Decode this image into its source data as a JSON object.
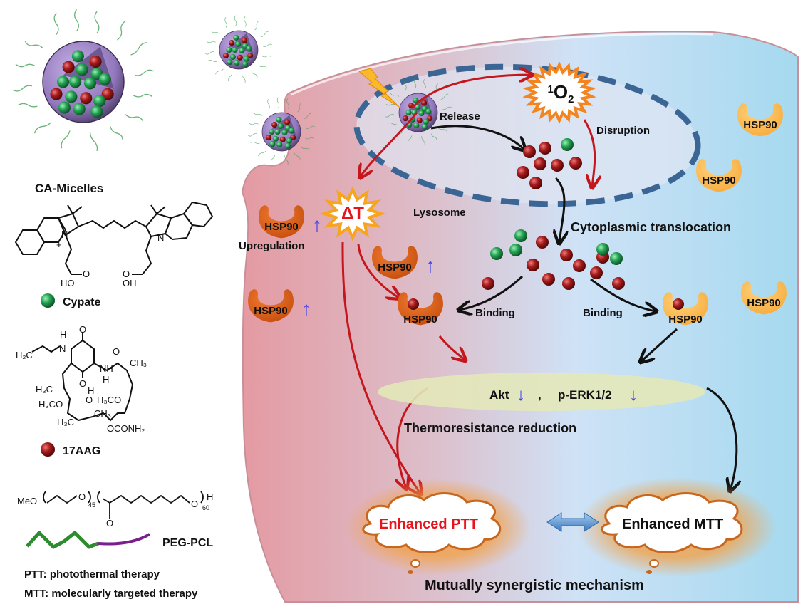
{
  "legend": {
    "micelle_label": "CA-Micelles",
    "cypate_label": "Cypate",
    "aag_label": "17AAG",
    "pegpcl_label": "PEG-PCL",
    "pegpcl_formula": {
      "prefix": "MeO",
      "peg_repeat": "45",
      "pcl_repeat": "60",
      "end_group": "H",
      "atom_o": "O"
    },
    "cypate_atoms": {
      "n_plus": "N",
      "plus": "+",
      "n": "N",
      "o": "O",
      "ho": "HO",
      "oh": "OH"
    },
    "aag_atoms": {
      "h2c": "H₂C",
      "nh_top": "H",
      "n_top": "N",
      "o1": "O",
      "o2": "O",
      "o3": "O",
      "nh": "NH",
      "h": "H",
      "ch3_1": "CH₃",
      "h3c_1": "H₃C",
      "oh_h": "H",
      "oh_o": "O",
      "h3co_1": "H₃CO",
      "h3co_2": "H₃CO",
      "ch3_2": "CH₃",
      "h3c_2": "H₃C",
      "oconh2": "OCONH₂"
    },
    "abbreviations": [
      "PTT: photothermal therapy",
      "MTT: molecularly targeted therapy"
    ],
    "colors": {
      "cypate": "#1e9b4a",
      "aag": "#8b1414",
      "peg": "#2e8b2e",
      "pcl": "#7a1f8c",
      "micelle": "#9b83c4"
    }
  },
  "cell": {
    "lysosome_label": "Lysosome",
    "release_label": "Release",
    "singlet_oxygen": {
      "sup": "1",
      "base": "O",
      "sub": "2"
    },
    "disruption_label": "Disruption",
    "delta_t_label": "ΔT",
    "upregulation_label": "Upregulation",
    "cytoplasmic_label": "Cytoplasmic translocation",
    "binding_left_label": "Binding",
    "binding_right_label": "Binding",
    "hsp90_label": "HSP90",
    "pathway": {
      "akt": "Akt",
      "comma": ",",
      "perk": "p-ERK1/2",
      "arrow_down": "↓"
    },
    "up_arrow": "↑",
    "thermoresistance_label": "Thermoresistance reduction",
    "enhanced_ptt": "Enhanced PTT",
    "enhanced_mtt": "Enhanced MTT",
    "mechanism_label": "Mutually synergistic mechanism",
    "colors": {
      "cell_left": "#e8a2a8",
      "cell_right": "#a8dbf0",
      "lysosome_border": "#3a6594",
      "hsp_dark": "#d95a14",
      "hsp_light": "#fbb94e",
      "red_arrow": "#c4161c",
      "blue_arrow": "#3f3ff2",
      "ptt_text": "#e8141c",
      "pathway_fill": "#e3e8b9"
    }
  }
}
